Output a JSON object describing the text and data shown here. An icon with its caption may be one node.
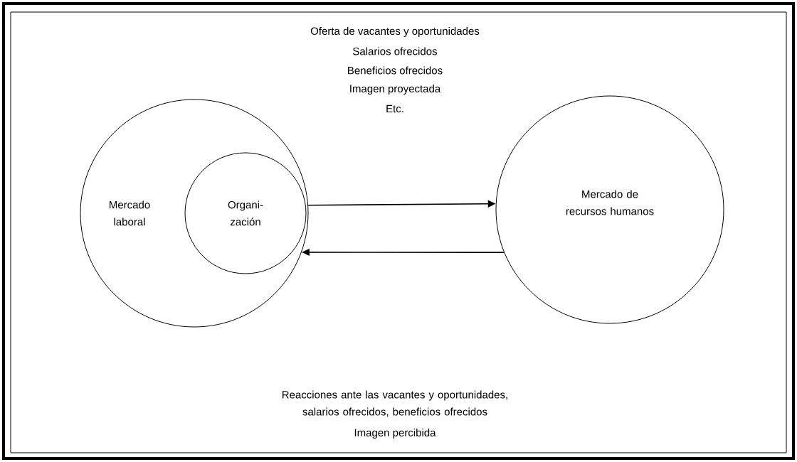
{
  "diagram": {
    "nodes": [
      {
        "text": [
          "Mercado laboral"
        ]
      },
      {
        "text": [
          "Organi- zación"
        ],
        "in": 0
      },
      {
        "text": [
          "Mercado de recursos humanos"
        ]
      }
    ],
    "edges": [
      {
        "from": 0,
        "to": 2,
        "arrow": "to"
      },
      {
        "from": 2,
        "to": 0,
        "arrow": "to"
      }
    ],
    "labels": [
      "Oferta de vacantes y oportunidades",
      "Salarios ofrecidos",
      "Beneficios ofrecidos",
      "Imagen proyectada",
      "Etc.",
      "Reacciones ante las vacantes y oportunidades, salarios ofrecidos, beneficios ofrecidos",
      "Imagen percibida"
    ]
  }
}
